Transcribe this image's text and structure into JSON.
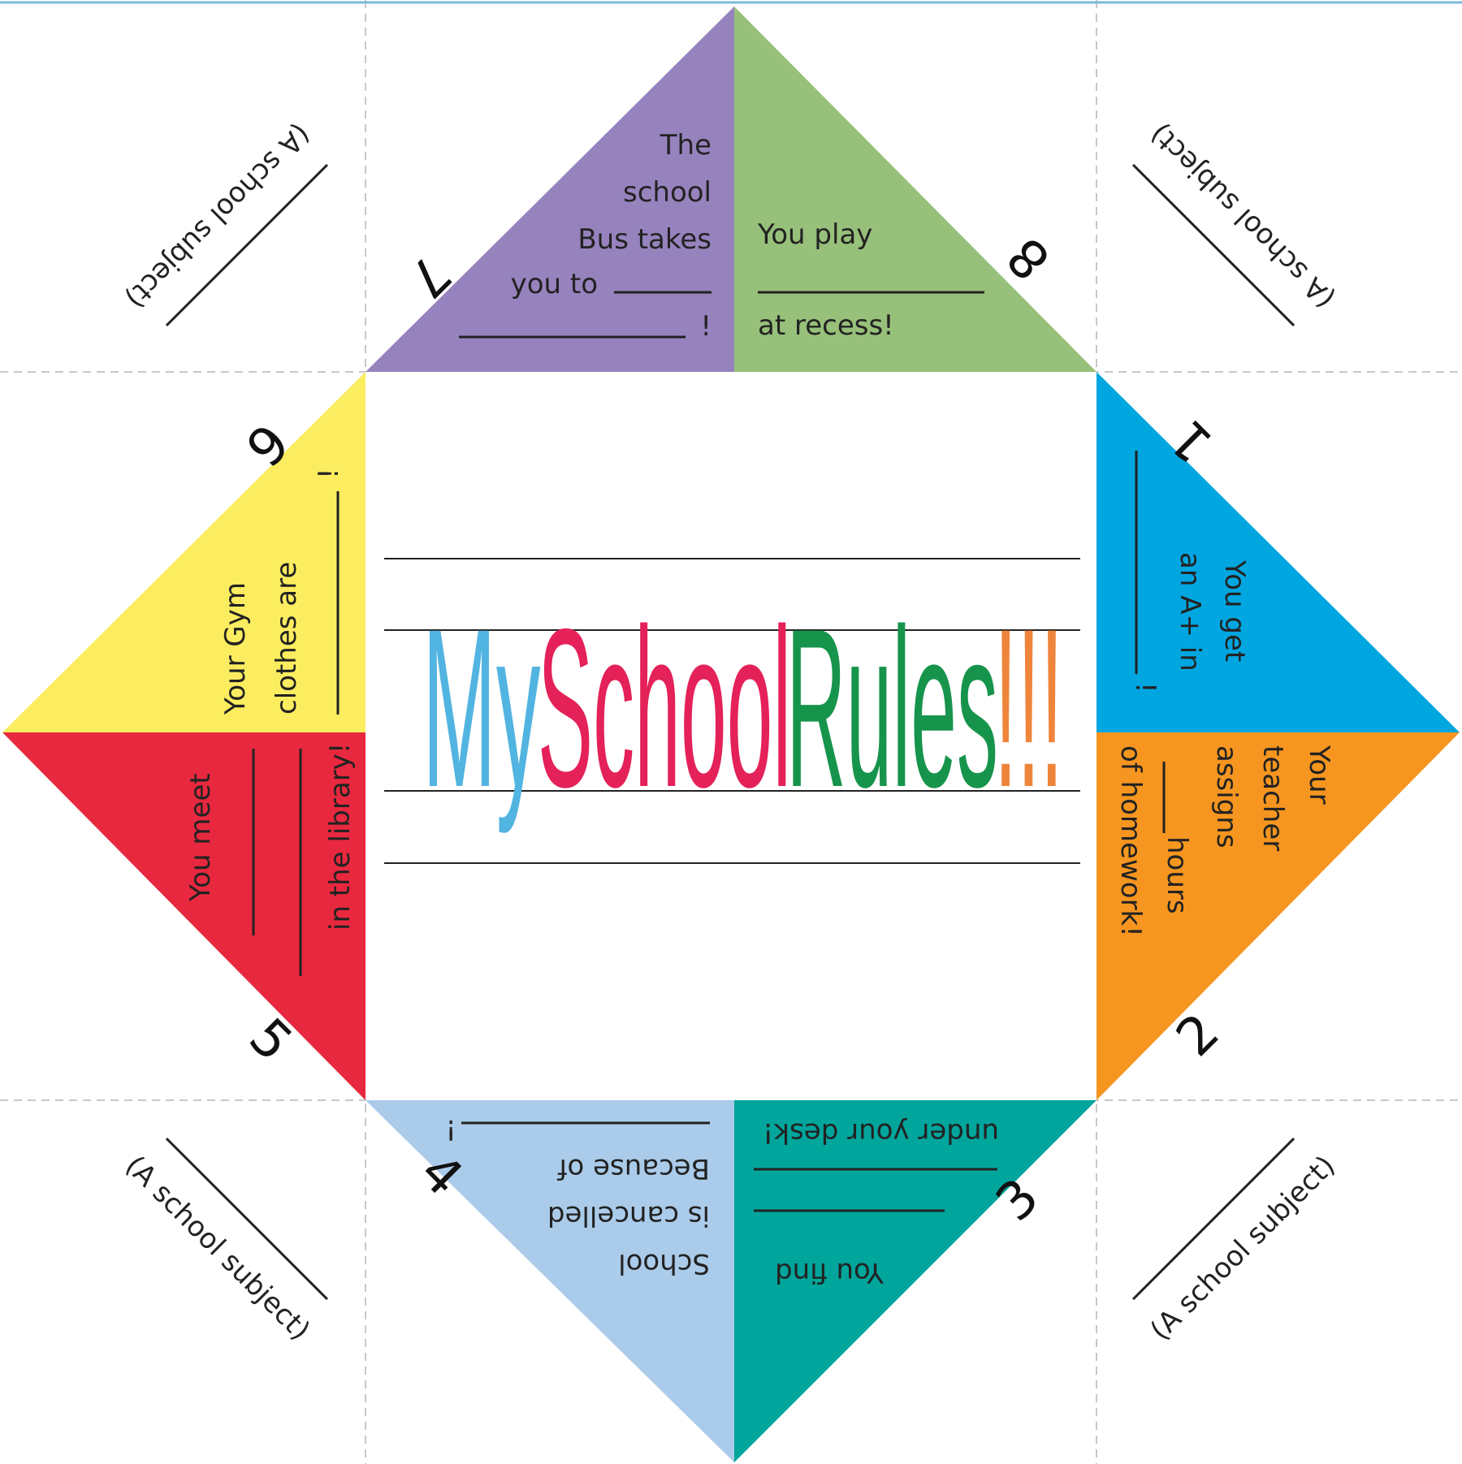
{
  "title": {
    "my": "My",
    "school": "School",
    "rules": "Rules",
    "bangs": "!!!"
  },
  "colors": {
    "purple": "#9683be",
    "green": "#97c07a",
    "yellow": "#fbed5f",
    "red": "#e8283e",
    "blue": "#00a6e0",
    "orange": "#f6951f",
    "light_blue": "#abcbea",
    "teal": "#00a59c",
    "title_my": "#52b4e0",
    "title_school": "#e42158",
    "title_rules": "#17944c",
    "title_bangs": "#ef843b"
  },
  "corners": {
    "top_left": "(A school subject)",
    "top_right": "(A school subject)",
    "bottom_left": "(A school subject)",
    "bottom_right": "(A school subject)"
  },
  "numbers": {
    "n1": "1",
    "n2": "2",
    "n3": "3",
    "n4": "4",
    "n5": "5",
    "n6": "6",
    "n7": "7",
    "n8": "8"
  },
  "fortunes": {
    "f7": {
      "l1": "The",
      "l2": "school",
      "l3": "Bus takes",
      "l4": "you to",
      "l5": "!"
    },
    "f8": {
      "l1": "You play",
      "l2": "at recess!"
    },
    "f6": {
      "l1": "Your Gym",
      "l2": "clothes are",
      "l3": "!"
    },
    "f5": {
      "l1": "You meet",
      "l2": "in the library!"
    },
    "f1": {
      "l1": "You get",
      "l2": "an A+ in",
      "l3": "!"
    },
    "f2": {
      "l1": "Your",
      "l2": "teacher",
      "l3": "assigns",
      "l4": "hours",
      "l5": "of homework!"
    },
    "f4": {
      "l1": "School",
      "l2": "is cancelled",
      "l3": "Because of",
      "l4": "!"
    },
    "f3": {
      "l1": "You find",
      "l2": "under your desk!"
    }
  }
}
